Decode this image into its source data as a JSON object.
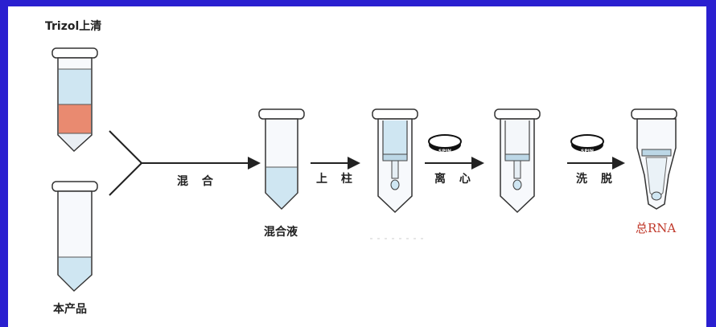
{
  "labels": {
    "trizol": "Trizol上清",
    "product": "本产品",
    "mix_step": "混 合",
    "mixture": "混合液",
    "load_step": "上 柱",
    "spin_step": "离 心",
    "elute_step": "洗 脱",
    "result": "总RNA",
    "spin_badge": "SPIN"
  },
  "colors": {
    "background": "#2a1fd0",
    "liquid_blue": "#cfe6f2",
    "trizol_red": "#e98a70",
    "result_text": "#c0392b"
  }
}
